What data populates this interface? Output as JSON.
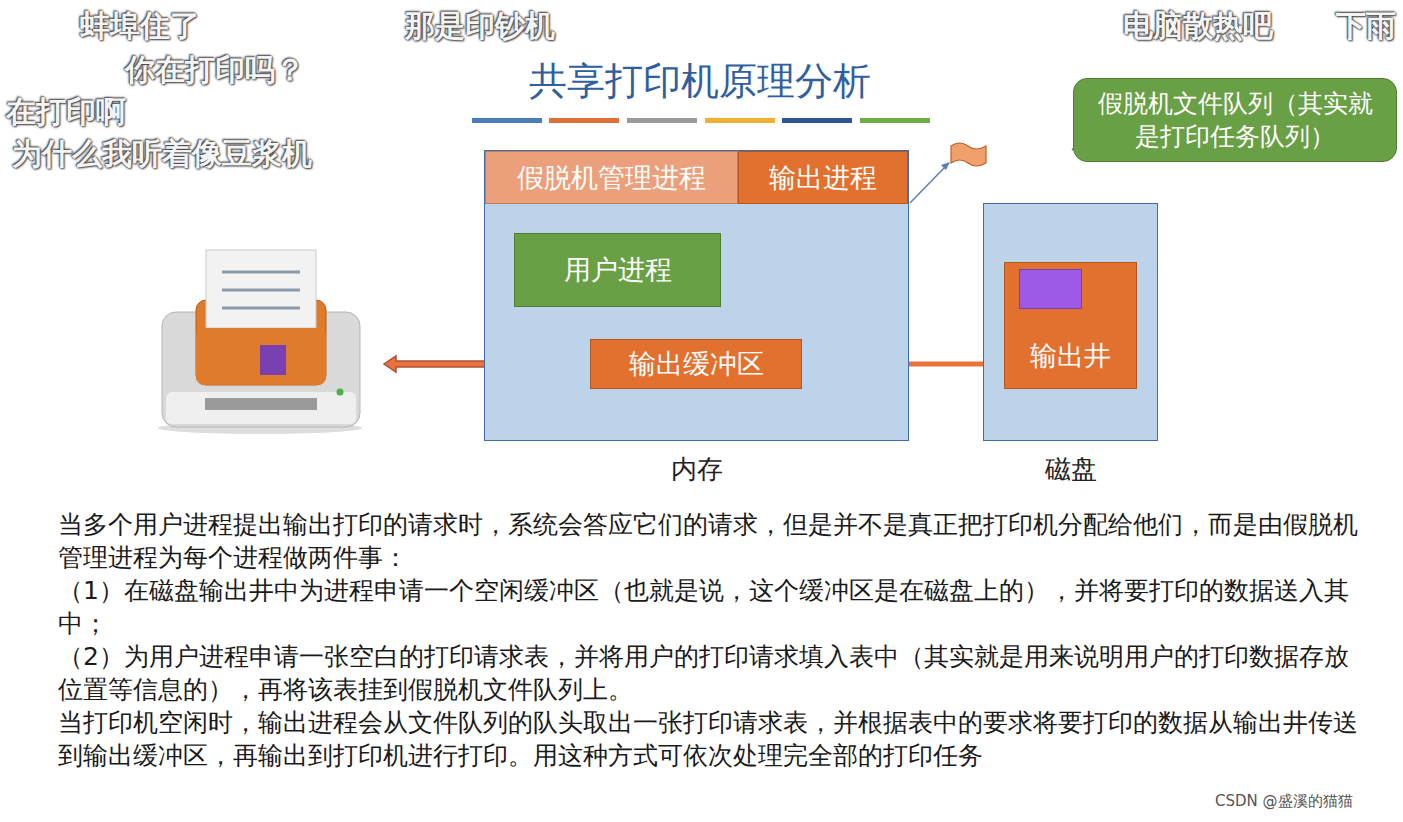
{
  "diagram": {
    "title": "共享打印机原理分析",
    "nodes": [
      {
        "text": [
          "内存"
        ]
      },
      {
        "text": [
          "假脱机管理进程"
        ],
        "in": 0
      },
      {
        "text": [
          "输出进程"
        ],
        "in": 0
      },
      {
        "text": [
          "用户进程"
        ],
        "in": 0
      },
      {
        "text": [
          "输出缓冲区"
        ],
        "in": 0
      },
      {
        "text": [
          "磁盘"
        ]
      },
      {
        "text": [
          "输出井"
        ],
        "in": 5
      },
      {
        "text": [
          "假脱机文件队列（其实就是打印任务队列）"
        ]
      }
    ],
    "edges": [
      {
        "from": 6,
        "to": 4,
        "arrow": "to"
      }
    ],
    "labels": [
      "蚌埠住了",
      "那是印钞机",
      "电脑散热吧",
      "下雨",
      "你在打印吗？",
      "在打印啊",
      "为什么我听着像豆浆机",
      "当多个用户进程提出输出打印的请求时，系统会答应它们的请求，但是并不是真正把打印机分配给他们，而是由假脱机管理进程为每个进程做两件事：",
      "（1）在磁盘输出井中为进程申请一个空闲缓冲区（也就是说，这个缓冲区是在磁盘上的），并将要打印的数据送入其中；",
      "（2）为用户进程申请一张空白的打印请求表，并将用户的打印请求填入表中（其实就是用来说明用户的打印数据存放位置等信息的），再将该表挂到假脱机文件队列上。",
      "当打印机空闲时，输出进程会从文件队列的队头取出一张打印请求表，并根据表中的要求将要打印的数据从输出井传送到输出缓冲区，再输出到打印机进行打印。用这种方式可依次处理完全部的打印任务",
      "CSDN @盛溪的猫猫"
    ]
  }
}
